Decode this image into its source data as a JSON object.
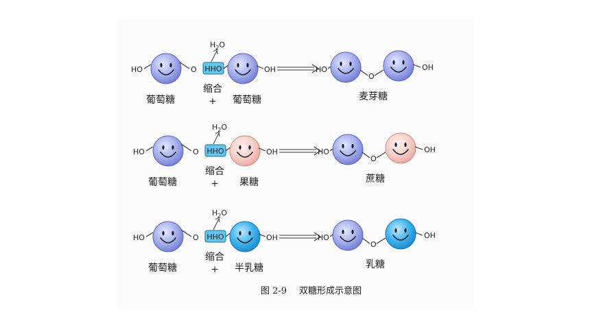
{
  "colors": {
    "glucose": "#8f9ae3",
    "fructose": "#f2c0ba",
    "galactose": "#2ea7e8",
    "water_box": "#63c6ec"
  },
  "labels": {
    "glucose": "葡萄糖",
    "fructose": "果糖",
    "galactose": "半乳糖",
    "maltose": "麦芽糖",
    "sucrose": "蔗糖",
    "lactose": "乳糖",
    "condensation": "缩合",
    "plus": "+",
    "ho": "HO",
    "oh": "OH",
    "o": "O",
    "hho": "HHO",
    "water_h": "H",
    "water_sub": "2",
    "water_o": "O"
  },
  "caption": {
    "figure": "图 2-9",
    "title": "双糖形成示意图"
  },
  "rows": [
    {
      "left": "glucose",
      "right": "glucose",
      "product": "maltose"
    },
    {
      "left": "glucose",
      "right": "fructose",
      "product": "sucrose"
    },
    {
      "left": "glucose",
      "right": "galactose",
      "product": "lactose"
    }
  ]
}
